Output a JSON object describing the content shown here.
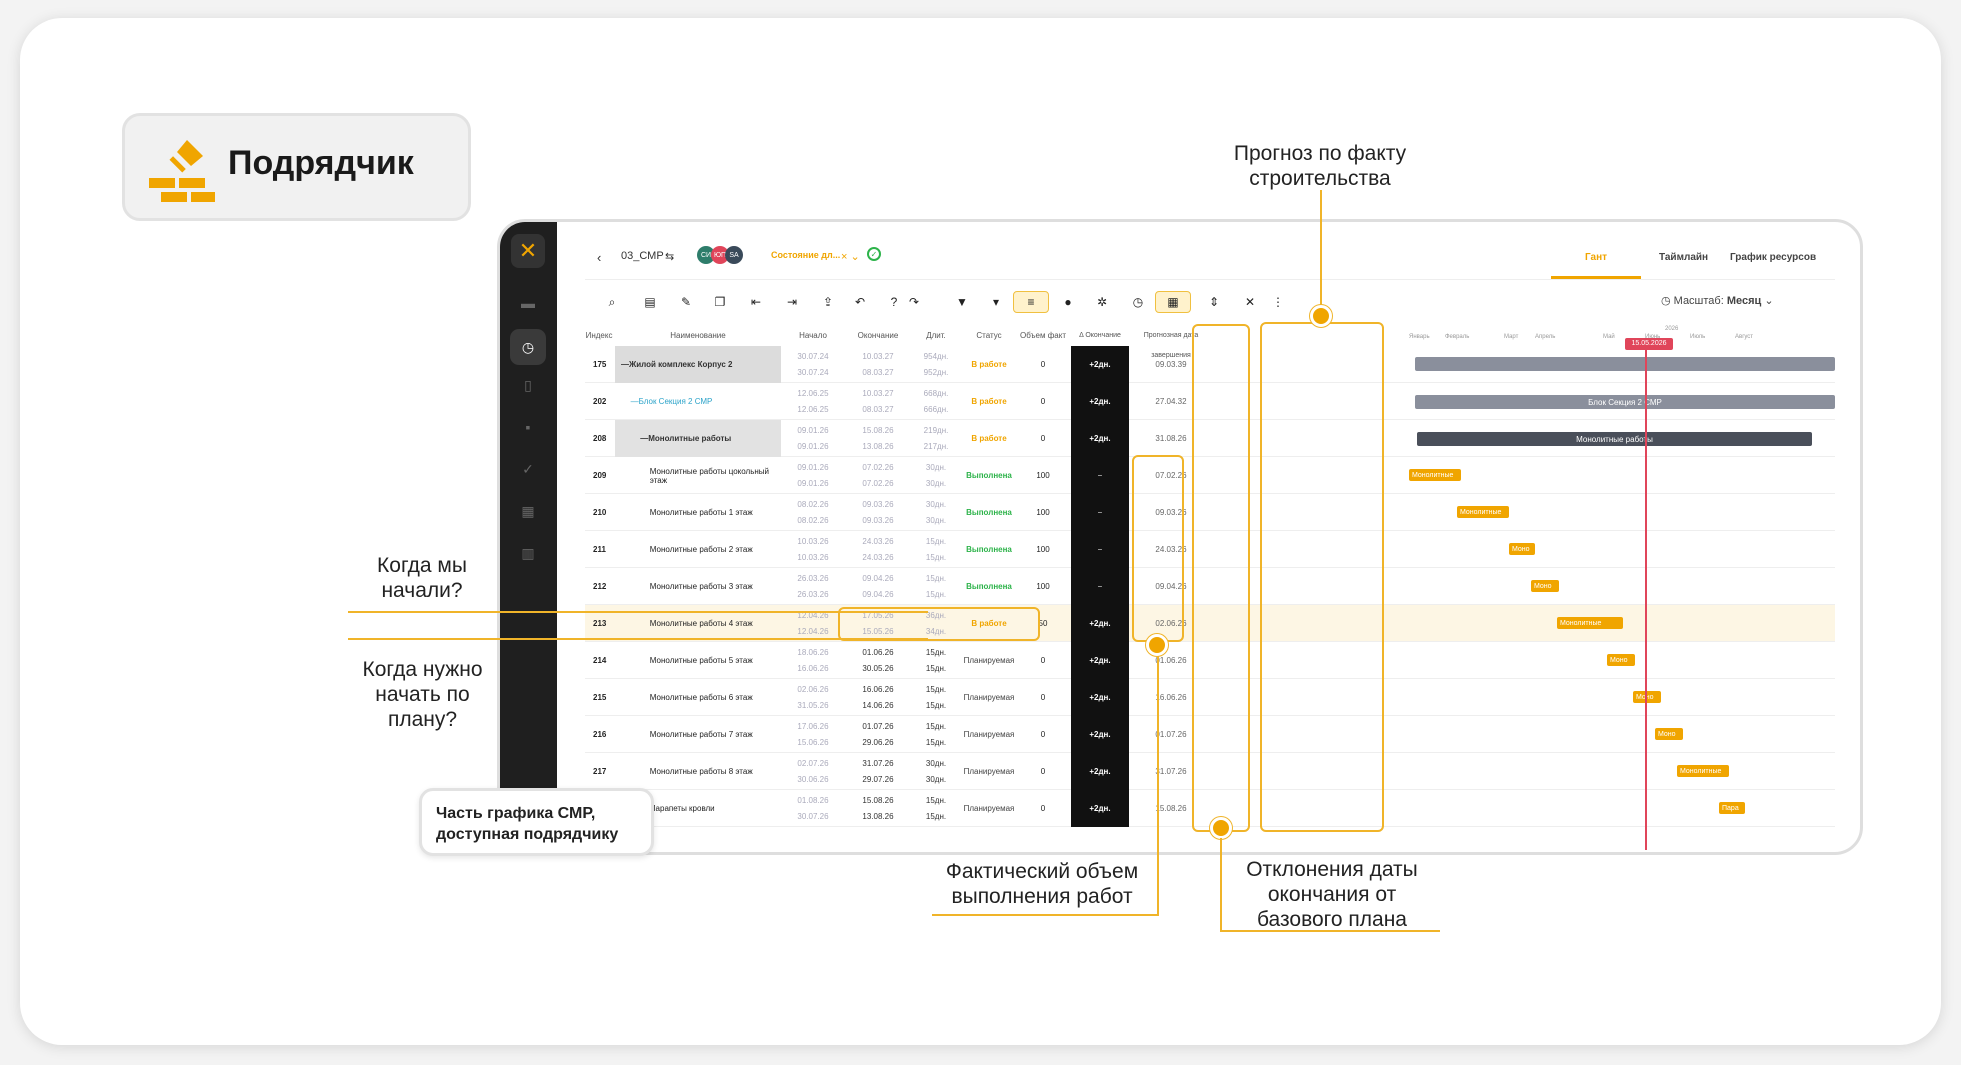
{
  "badge": {
    "title": "Подрядчик"
  },
  "topbar": {
    "project": "03_СМР",
    "state_filter": "Состояние дл...",
    "avatars": [
      "СИ",
      "ЮП",
      "SA"
    ]
  },
  "tabs": [
    "Гант",
    "Таймлайн",
    "График ресурсов"
  ],
  "scale": {
    "label": "Масштаб:",
    "value": "Месяц"
  },
  "columns": [
    "Индекс",
    "Наименование",
    "Начало",
    "Окончание",
    "Длит.",
    "Статус",
    "Объем факт",
    "Δ Окончание",
    "Прогнозная дата завершения"
  ],
  "gantt": {
    "year": "2026",
    "months": [
      "Январь",
      "Февраль",
      "Март",
      "Апрель",
      "Май",
      "Июнь",
      "Июль",
      "Август"
    ],
    "today": "15.05.2026"
  },
  "rows": [
    {
      "idx": "175",
      "name": "Жилой комплекс Корпус 2",
      "s1": "30.07.24",
      "s2": "30.07.24",
      "e1": "10.03.27",
      "e2": "08.03.27",
      "d1": "954дн.",
      "d2": "952дн.",
      "status": "В работе",
      "fact": "0",
      "delta": "+2дн.",
      "fc": "09.03.39"
    },
    {
      "idx": "202",
      "name": "Блок Секция 2 СМР",
      "s1": "12.06.25",
      "s2": "12.06.25",
      "e1": "10.03.27",
      "e2": "08.03.27",
      "d1": "668дн.",
      "d2": "666дн.",
      "status": "В работе",
      "fact": "0",
      "delta": "+2дн.",
      "fc": "27.04.32"
    },
    {
      "idx": "208",
      "name": "Монолитные работы",
      "s1": "09.01.26",
      "s2": "09.01.26",
      "e1": "15.08.26",
      "e2": "13.08.26",
      "d1": "219дн.",
      "d2": "217дн.",
      "status": "В работе",
      "fact": "0",
      "delta": "+2дн.",
      "fc": "31.08.26"
    },
    {
      "idx": "209",
      "name": "Монолитные работы цокольный этаж",
      "s1": "09.01.26",
      "s2": "09.01.26",
      "e1": "07.02.26",
      "e2": "07.02.26",
      "d1": "30дн.",
      "d2": "30дн.",
      "status": "Выполнена",
      "fact": "100",
      "delta": "–",
      "fc": "07.02.26"
    },
    {
      "idx": "210",
      "name": "Монолитные работы 1 этаж",
      "s1": "08.02.26",
      "s2": "08.02.26",
      "e1": "09.03.26",
      "e2": "09.03.26",
      "d1": "30дн.",
      "d2": "30дн.",
      "status": "Выполнена",
      "fact": "100",
      "delta": "–",
      "fc": "09.03.26"
    },
    {
      "idx": "211",
      "name": "Монолитные работы 2 этаж",
      "s1": "10.03.26",
      "s2": "10.03.26",
      "e1": "24.03.26",
      "e2": "24.03.26",
      "d1": "15дн.",
      "d2": "15дн.",
      "status": "Выполнена",
      "fact": "100",
      "delta": "–",
      "fc": "24.03.26"
    },
    {
      "idx": "212",
      "name": "Монолитные работы 3 этаж",
      "s1": "26.03.26",
      "s2": "26.03.26",
      "e1": "09.04.26",
      "e2": "09.04.26",
      "d1": "15дн.",
      "d2": "15дн.",
      "status": "Выполнена",
      "fact": "100",
      "delta": "–",
      "fc": "09.04.26"
    },
    {
      "idx": "213",
      "name": "Монолитные работы 4 этаж",
      "s1": "12.04.26",
      "s2": "12.04.26",
      "e1": "17.05.26",
      "e2": "15.05.26",
      "d1": "36дн.",
      "d2": "34дн.",
      "status": "В работе",
      "fact": "50",
      "delta": "+2дн.",
      "fc": "02.06.26"
    },
    {
      "idx": "214",
      "name": "Монолитные работы 5 этаж",
      "s1": "18.06.26",
      "s2": "16.06.26",
      "e1": "01.06.26",
      "e2": "30.05.26",
      "d1": "15дн.",
      "d2": "15дн.",
      "status": "Планируемая",
      "fact": "0",
      "delta": "+2дн.",
      "fc": "01.06.26"
    },
    {
      "idx": "215",
      "name": "Монолитные работы 6 этаж",
      "s1": "02.06.26",
      "s2": "31.05.26",
      "e1": "16.06.26",
      "e2": "14.06.26",
      "d1": "15дн.",
      "d2": "15дн.",
      "status": "Планируемая",
      "fact": "0",
      "delta": "+2дн.",
      "fc": "16.06.26"
    },
    {
      "idx": "216",
      "name": "Монолитные работы 7 этаж",
      "s1": "17.06.26",
      "s2": "15.06.26",
      "e1": "01.07.26",
      "e2": "29.06.26",
      "d1": "15дн.",
      "d2": "15дн.",
      "status": "Планируемая",
      "fact": "0",
      "delta": "+2дн.",
      "fc": "01.07.26"
    },
    {
      "idx": "217",
      "name": "Монолитные работы 8 этаж",
      "s1": "02.07.26",
      "s2": "30.06.26",
      "e1": "31.07.26",
      "e2": "29.07.26",
      "d1": "30дн.",
      "d2": "30дн.",
      "status": "Планируемая",
      "fact": "0",
      "delta": "+2дн.",
      "fc": "31.07.26"
    },
    {
      "idx": "",
      "name": "Парапеты кровли",
      "s1": "01.08.26",
      "s2": "30.07.26",
      "e1": "15.08.26",
      "e2": "13.08.26",
      "d1": "15дн.",
      "d2": "15дн.",
      "status": "Планируемая",
      "fact": "0",
      "delta": "+2дн.",
      "fc": "15.08.26"
    }
  ],
  "bars": [
    {
      "label": "Блок Секция 2 СМР"
    },
    {
      "label": "Монолитные работы"
    },
    {
      "label": "Монолитные"
    },
    {
      "label": "Монолитные"
    },
    {
      "label": "Моно"
    },
    {
      "label": "Моно"
    },
    {
      "label": "Монолитные"
    },
    {
      "label": "Моно"
    },
    {
      "label": "Моно"
    },
    {
      "label": "Моно"
    },
    {
      "label": "Монолитные"
    },
    {
      "label": "Пара"
    }
  ],
  "annotations": {
    "forecast": "Прогноз по факту\nстроительства",
    "started": "Когда мы\nначали?",
    "plan_start": "Когда нужно\nначать по\nплану?",
    "fact_volume": "Фактический объем\nвыполнения работ",
    "deviation": "Отклонения даты\nокончания от\nбазового плана",
    "note": "Часть графика СМР,\nдоступная подрядчику"
  },
  "colors": {
    "accent": "#f0a500",
    "today": "#e0455a",
    "done": "#2db34a"
  }
}
